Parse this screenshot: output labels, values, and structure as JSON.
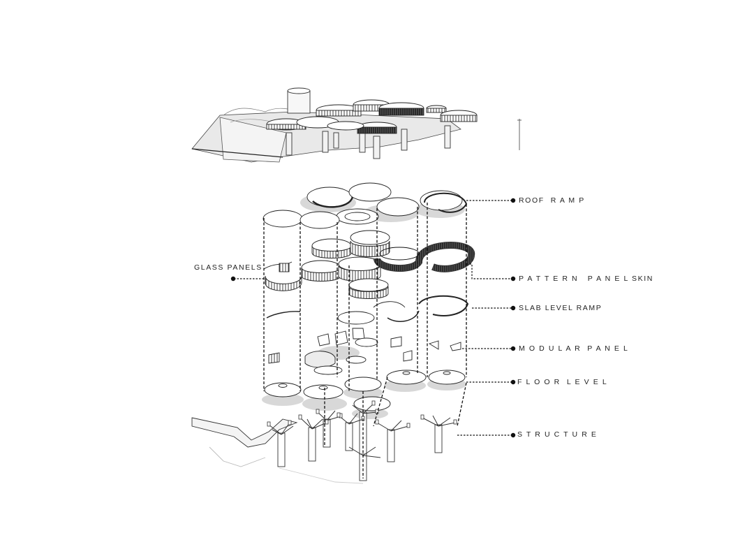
{
  "labels": {
    "roof_ramp": "ROOF  R A M P",
    "glass_panels": "GLASS PANELS",
    "pattern_panel_skin": "P A T T E R N   P A N E L SKIN",
    "slab_level_ramp": "SLAB LEVEL RAMP",
    "modular_panel": "M O D U L A R  P A N E L",
    "floor_level": "F L O O R  L E V E L",
    "structure": "S T R U C T U R E"
  },
  "colors": {
    "line": "#2a2a2a",
    "shadow": "#d6d6d6",
    "panel_dark": "#3a3a3a",
    "surface": "#ffffff"
  }
}
